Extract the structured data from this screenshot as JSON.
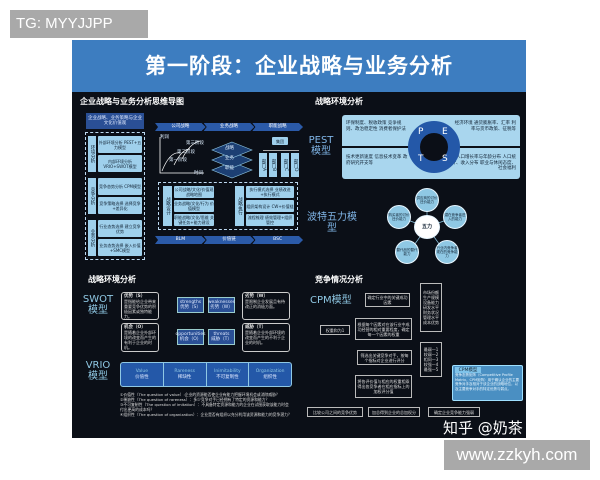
{
  "watermark_top": "TG: MYYJJPP",
  "watermark_bottom": "www.zzkyh.com",
  "watermark_zhihu": "知乎 @奶茶",
  "title": "第一阶段：企业战略与业务分析",
  "colors": {
    "banner": "#3d7dc0",
    "background": "#0b0f17",
    "accent": "#9fd0ec"
  },
  "mindmap": {
    "heading": "企业战略与业务分析思维导图",
    "top_box": "企业战略、业务策略与企业文化价值观",
    "groups": [
      {
        "label": "环境分析",
        "items": [
          "外部环境分析 PEST+五力模型",
          "内部环境分析 VRIO+SWOT模型"
        ]
      },
      {
        "label": "竞争分析",
        "items": [
          "竞争态势分析 CPM模型",
          "竞争策略选择 选择竞争+差异化"
        ]
      },
      {
        "label": "业务分析",
        "items": [
          "行业态势选择 建立竞争优势",
          "业务态势选择 嵌入价值+SMC模型"
        ]
      }
    ],
    "top_chevrons": [
      "公司战略",
      "业务战略",
      "职能战略"
    ],
    "bottom_chevrons": [
      "BLM",
      "价值链",
      "BSC"
    ],
    "curve": {
      "y_label": "利润",
      "x_label": "时间",
      "stages": [
        "第一阶段",
        "第二阶段",
        "第三阶段"
      ]
    },
    "layers": [
      "战略",
      "业务",
      "职能"
    ],
    "org": {
      "root": "集团",
      "children": [
        "部门A",
        "部门B",
        "部门C",
        "部门D"
      ]
    },
    "design": {
      "label": "战略设计",
      "items": [
        "公司战略/文化/价值观 战略地图",
        "业务战略/文化/行为 价值模型",
        "职能战略/文化/思维 关键任务+能力建设"
      ]
    },
    "execute": {
      "label": "战略执行",
      "items": [
        "执行模式选择 业绩改进+执行模式",
        "组织架构设计 CW+价值链",
        "流程梳理 绩效管理+组织管控"
      ]
    }
  },
  "pest": {
    "heading": "战略环境分析",
    "label": "PEST 模型",
    "letters": [
      "P",
      "E",
      "T",
      "S"
    ],
    "p": "环保制度、税收政策 竞争规则、政治稳定性 消费者保护法",
    "e": "经济环境 通货膨胀率、汇率 利率与货币政策、征税等",
    "t": "技术更新速度 信息技术变革 政府研究开支等",
    "s": "人口增长率与年龄分布 人口统计、收入分布 职业与休闲态度、社会福利"
  },
  "five_forces": {
    "label": "波特五力模型",
    "center": "五力",
    "forces": [
      "供应商的讨价还价能力",
      "潜在竞争者进入的能力",
      "行业内竞争者现在的竞争能力",
      "替代品的替代能力",
      "购买者的讨价还价能力"
    ]
  },
  "swot": {
    "heading": "战略环境分析",
    "label": "SWOT 模型",
    "s": {
      "title": "优势（S）",
      "text": "是指能给企业带来重要竞争优势的积极因素或独特能力。"
    },
    "w": {
      "title": "劣势（W）",
      "text": "是限制企业发展且有待改正的消极方面。"
    },
    "o": {
      "title": "机会（O）",
      "text": "是随着企业外部环境的改变而产生的有利于企业的时机。"
    },
    "t": {
      "title": "威胁（T）",
      "text": "是随着企业外部环境的改变而产生的不利于企业的时机。"
    },
    "strategies": [
      {
        "en": "strengths",
        "cn": "优势（S）"
      },
      {
        "en": "weaknesses",
        "cn": "劣势（W）"
      },
      {
        "en": "opportunities",
        "cn": "机会（O）"
      },
      {
        "en": "threats",
        "cn": "威胁（T）"
      }
    ]
  },
  "vrio": {
    "label": "VRIO 模型",
    "columns": [
      {
        "en": "Value",
        "cn": "价值性"
      },
      {
        "en": "Rareness",
        "cn": "稀缺性"
      },
      {
        "en": "Inimitability",
        "cn": "不可复制性"
      },
      {
        "en": "Organization",
        "cn": "组织性"
      }
    ],
    "notes": [
      "①价值性（The question of value）:企业的资源能否使企业有能力把握环境机会或消除威胁？",
      "②稀缺性（The question of rareness）：多少竞争对手已经拥有了特定的资源和能力？",
      "③不可复制性（The question of imitation）：不具备特定资源和能力的企业在试图获取该能力时会付出更高的成本吗？",
      "④组织性（The question of organization）：企业是否有组织以充分利用该资源和能力的竞争潜力？"
    ]
  },
  "cpm": {
    "heading": "竞争情况分析",
    "label": "CPM模型",
    "step1": "确定行业中的关键成功因素",
    "factors": [
      "市场份额",
      "生产规模",
      "设备能力",
      "研发水平",
      "财务状况",
      "管理水平",
      "成本优势"
    ],
    "weight": "权重和为1",
    "step2": "根据每个因素对在该行业中成功经营的相对重要程度，确定每一个因素的权重",
    "step3": "筛选出关键竞争对手，按每个指标对企业进行评分",
    "ratings": [
      "最弱—1",
      "较弱—2",
      "相同—3",
      "较强—4",
      "最强—5"
    ],
    "step4": "将各评价值与相应的权重相乘得出各竞争者在相应指标上的加权评分值",
    "bottom": [
      "比较公司之间的竞争优势",
      "加总得到企业的总加权分",
      "确定企业竞争能力强弱"
    ],
    "info_title": "CPM模型",
    "info_text": "竞争态势矩阵（Competitive Profile Matrix，CPM矩阵）用于确认企业的主要竞争对手及相对于该企业的战略地位，以及主要竞争对手的特定优势与弱点。"
  }
}
